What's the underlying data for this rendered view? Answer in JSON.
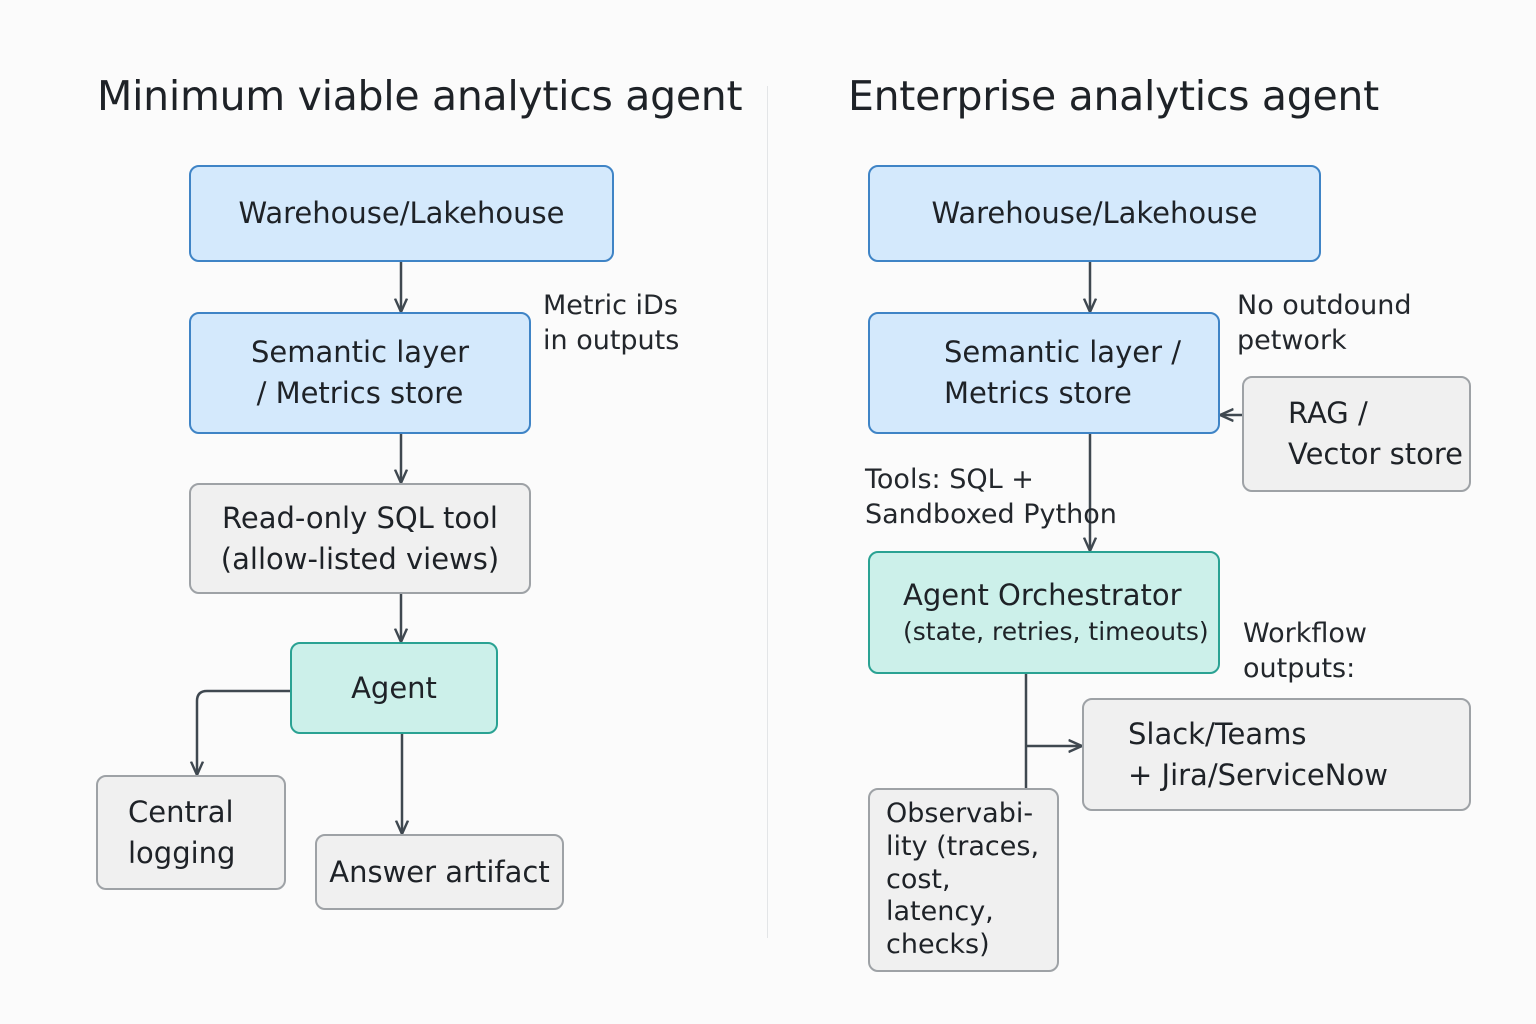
{
  "left": {
    "title": "Minimum viable analytics agent",
    "warehouse": "Warehouse/Lakehouse",
    "semantic": "Semantic layer\n/ Metrics store",
    "sql_tool": "Read-only SQL tool\n(allow-listed views)",
    "agent": "Agent",
    "logging": "Central\nlogging",
    "answer": "Answer artifact",
    "note_metric": "Metric iDs\nin outputs"
  },
  "right": {
    "title": "Enterprise analytics agent",
    "warehouse": "Warehouse/Lakehouse",
    "semantic": "Semantic layer /\nMetrics store",
    "rag": "RAG /\nVector store",
    "orchestrator_title": "Agent Orchestrator",
    "orchestrator_sub": "(state, retries, timeouts)",
    "observability": "Observabi-\nlity (traces,\ncost, latency,\nchecks)",
    "outputs": "Slack/Teams\n+ Jira/ServiceNow",
    "note_network": "No outdound\npetwork",
    "note_tools": "Tools: SQL +\nSandboxed Python",
    "note_workflow": "Workflow\noutputs:"
  },
  "colors": {
    "blue_fill": "#d4e9fc",
    "blue_border": "#3f84c6",
    "gray_fill": "#f0f0f0",
    "gray_border": "#9ea2a6",
    "teal_fill": "#ccf0ea",
    "teal_border": "#2aa293",
    "connector": "#3f4850"
  }
}
